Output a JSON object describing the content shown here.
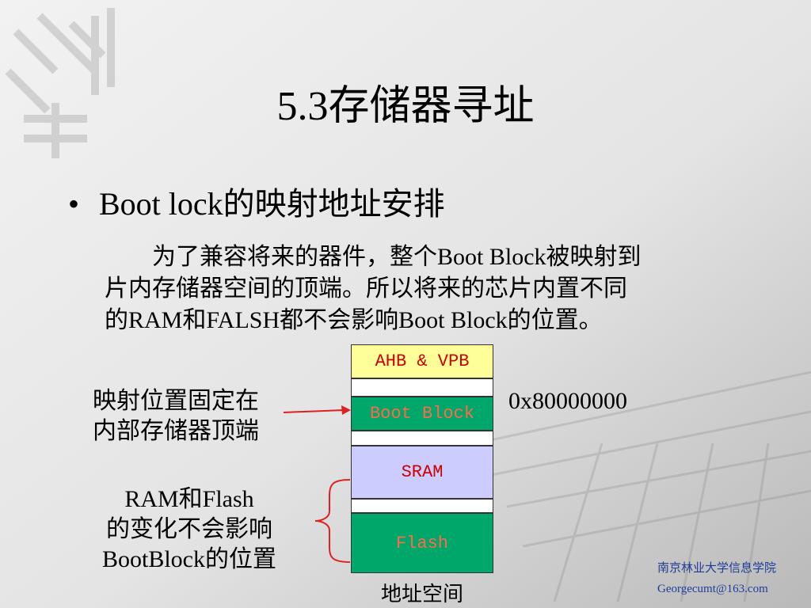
{
  "slide": {
    "title": "5.3存储器寻址",
    "bullet": {
      "symbol": "•",
      "text": "Boot lock的映射地址安排"
    },
    "paragraph": [
      "　　为了兼容将来的器件，整个Boot Block被映射到",
      "片内存储器空间的顶端。所以将来的芯片内置不同",
      "的RAM和FALSH都不会影响Boot Block的位置。"
    ],
    "left_note_top": [
      "映射位置固定在",
      "内部存储器顶端"
    ],
    "left_note_bottom": [
      "RAM和Flash",
      "的变化不会影响",
      "BootBlock的位置"
    ],
    "address_label": "0x80000000",
    "memory_map": {
      "blocks": [
        {
          "label": "AHB & VPB",
          "fill": "#ffff99"
        },
        {
          "label": "",
          "fill": "#ffffff"
        },
        {
          "label": "Boot Block",
          "fill": "#00a76a"
        },
        {
          "label": "",
          "fill": "#ffffff"
        },
        {
          "label": "SRAM",
          "fill": "#ccccff"
        },
        {
          "label": "",
          "fill": "#ffffff"
        },
        {
          "label": "Flash",
          "fill": "#00a76a"
        }
      ],
      "caption": "地址空间"
    },
    "footer": {
      "institution": "南京林业大学信息学院",
      "email": "Georgecumt@163.com"
    },
    "colors": {
      "arrow": "#e02020",
      "footer_text": "#1f3c99"
    }
  }
}
